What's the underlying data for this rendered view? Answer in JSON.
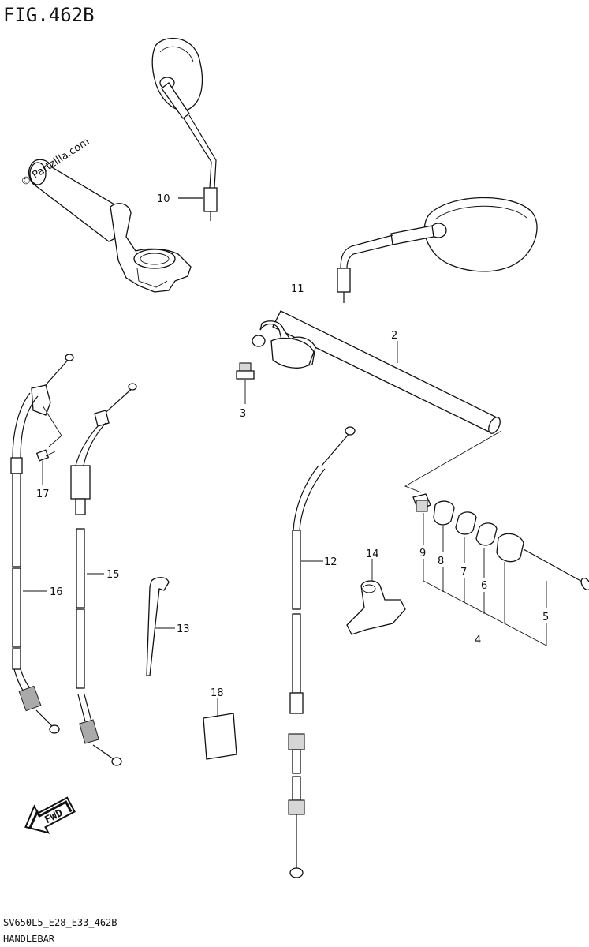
{
  "header": {
    "figure": "FIG.462B"
  },
  "watermark": "© Partzilla.com",
  "footer": {
    "code": "SV650L5_E28_E33_462B",
    "title": "HANDLEBAR"
  },
  "fwd_badge": "FWD",
  "callouts": {
    "c2": "2",
    "c3": "3",
    "c4": "4",
    "c5": "5",
    "c6": "6",
    "c7": "7",
    "c8": "8",
    "c9": "9",
    "c10": "10",
    "c11": "11",
    "c12": "12",
    "c13": "13",
    "c14": "14",
    "c15": "15",
    "c16": "16",
    "c17": "17",
    "c18": "18"
  }
}
